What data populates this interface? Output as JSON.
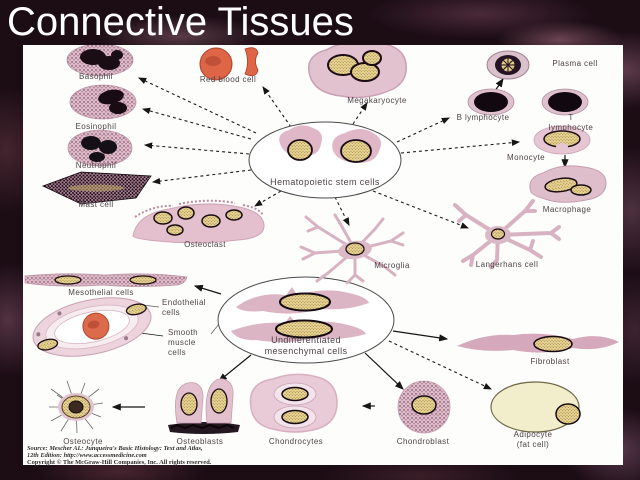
{
  "title": "Connective Tissues",
  "colors": {
    "slide_background": "#1c0d15",
    "panel_background": "#fdfdfb",
    "cytoplasm_pink": "#e3bccb",
    "nucleus_yellow": "#e7d391",
    "nucleus_dark": "#1a0d15",
    "rbc_orange": "#de6647",
    "adipocyte_pale": "#f2edca",
    "title_color": "#ffffff",
    "label_color": "#4d4348"
  },
  "hematopoietic": {
    "stem_label": "Hematopoietic stem cells",
    "labels": {
      "basophil": "Basophil",
      "eosinophil": "Eosinophil",
      "neutrophil": "Neutrophil",
      "mast_cell": "Mast cell",
      "red_blood_cell": "Red blood cell",
      "megakaryocyte": "Megakaryocyte",
      "plasma_cell": "Plasma cell",
      "b_lymphocyte": "B lymphocyte",
      "t_lymphocyte": "T lymphocyte",
      "monocyte": "Monocyte",
      "macrophage": "Macrophage",
      "osteoclast": "Osteoclast",
      "microglia": "Microglia",
      "langerhans_cell": "Langerhans cell"
    }
  },
  "mesenchymal": {
    "stem_label": "Undifferentiated\nmesenchymal cells",
    "labels": {
      "mesothelial_cells": "Mesothelial cells",
      "endothelial_cells": "Endothelial\ncells",
      "smooth_muscle_cells": "Smooth\nmuscle\ncells",
      "fibroblast": "Fibroblast",
      "osteocyte": "Osteocyte",
      "osteoblasts": "Osteoblasts",
      "chondrocytes": "Chondrocytes",
      "chondroblast": "Chondroblast",
      "adipocyte": "Adipocyte\n(fat cell)"
    }
  },
  "attribution": {
    "source_line1": "Source: Mescher AL: Junqueira's Basic Histology: Text and Atlas,",
    "source_line2": "12th Edition: http://www.accessmedicine.com",
    "copyright_line": "Copyright © The McGraw-Hill Companies, Inc. All rights reserved."
  }
}
